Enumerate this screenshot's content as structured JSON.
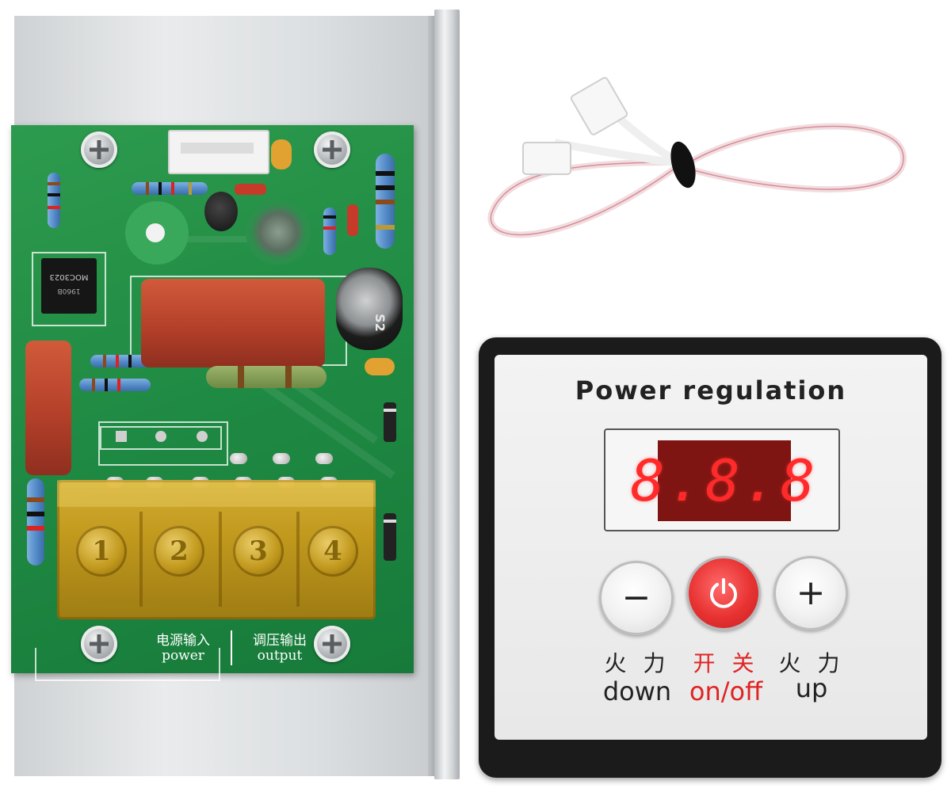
{
  "panel": {
    "title": "Power regulation",
    "display_value": "8.8.8",
    "buttons": [
      {
        "cn": "火 力",
        "en": "down",
        "icon": "minus-icon"
      },
      {
        "cn": "开 关",
        "en": "on/off",
        "icon": "power-icon"
      },
      {
        "cn": "火 力",
        "en": "up",
        "icon": "plus-icon"
      }
    ]
  },
  "pcb": {
    "chip_text": "MOC3023",
    "chip_code": "1960B",
    "terminal_numbers": [
      "1",
      "2",
      "3",
      "4"
    ],
    "input_label_cn": "电源输入",
    "input_label_en": "power",
    "output_label_cn": "调压输出",
    "output_label_en": "output",
    "capacitor_text": "S2"
  },
  "colors": {
    "pcb_green": "#1f8a43",
    "terminal_amber": "#c89a1c",
    "display_red": "#ff2a2a",
    "power_button_red": "#e83232",
    "panel_bezel": "#1b1b1b"
  }
}
